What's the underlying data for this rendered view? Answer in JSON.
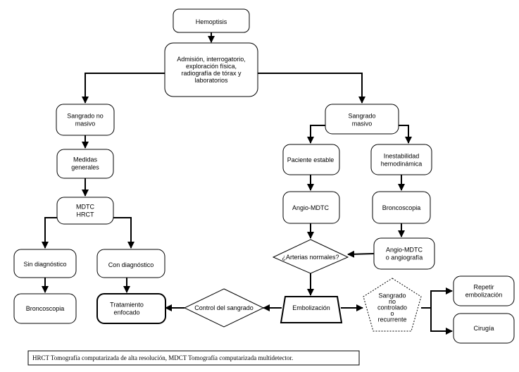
{
  "nodes": {
    "hemoptisis": "Hemoptisis",
    "admision": [
      "Admisión, interrogatorio,",
      "exploración física,",
      "radiografía de tórax y",
      "laboratorios"
    ],
    "no_masivo": [
      "Sangrado no",
      "masivo"
    ],
    "masivo": [
      "Sangrado",
      "masivo"
    ],
    "medidas": [
      "Medidas",
      "generales"
    ],
    "mdtc_hrct": [
      "MDTC",
      "HRCT"
    ],
    "sin_diag": [
      "Sin diagnóstico"
    ],
    "con_diag": [
      "Con diagnóstico"
    ],
    "bronco_left": [
      "Broncoscopia"
    ],
    "tratamiento": [
      "Tratamiento",
      "enfocado"
    ],
    "estable": [
      "Paciente estable"
    ],
    "inestable": [
      "Inestabilidad",
      "hemodinámica"
    ],
    "angio_mdtc": [
      "Angio-MDTC"
    ],
    "bronco_right": [
      "Broncoscopia"
    ],
    "arterias": [
      "¿Arterias normales?"
    ],
    "angio_ang": [
      "Angio-MDTC",
      "o angiografía"
    ],
    "control": [
      "Control del sangrado"
    ],
    "embolizacion": [
      "Embolización"
    ],
    "no_controlado": [
      "Sangrado",
      "no",
      "controlado",
      "o",
      "recurrente"
    ],
    "repetir": [
      "Repetir",
      "embolización"
    ],
    "cirugia": [
      "Cirugía"
    ]
  },
  "caption": "HRCT Tomografía computarizada de alta resolución, MDCT Tomografía computarizada multidetector."
}
